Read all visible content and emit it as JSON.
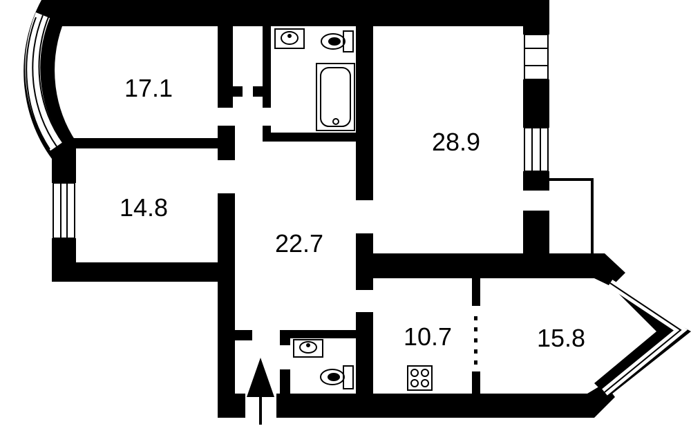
{
  "plan": {
    "rooms": [
      {
        "id": "room-top-left",
        "area": "17.1"
      },
      {
        "id": "room-left",
        "area": "14.8"
      },
      {
        "id": "hall",
        "area": "22.7"
      },
      {
        "id": "room-top-right",
        "area": "28.9"
      },
      {
        "id": "kitchen",
        "area": "10.7"
      },
      {
        "id": "room-bay",
        "area": "15.8"
      }
    ]
  },
  "colors": {
    "wall": "#000000",
    "background": "#ffffff"
  },
  "icons": [
    "sink-icon",
    "toilet-icon",
    "bathtub-icon",
    "stove-icon",
    "entrance-arrow-icon",
    "window-icon"
  ]
}
